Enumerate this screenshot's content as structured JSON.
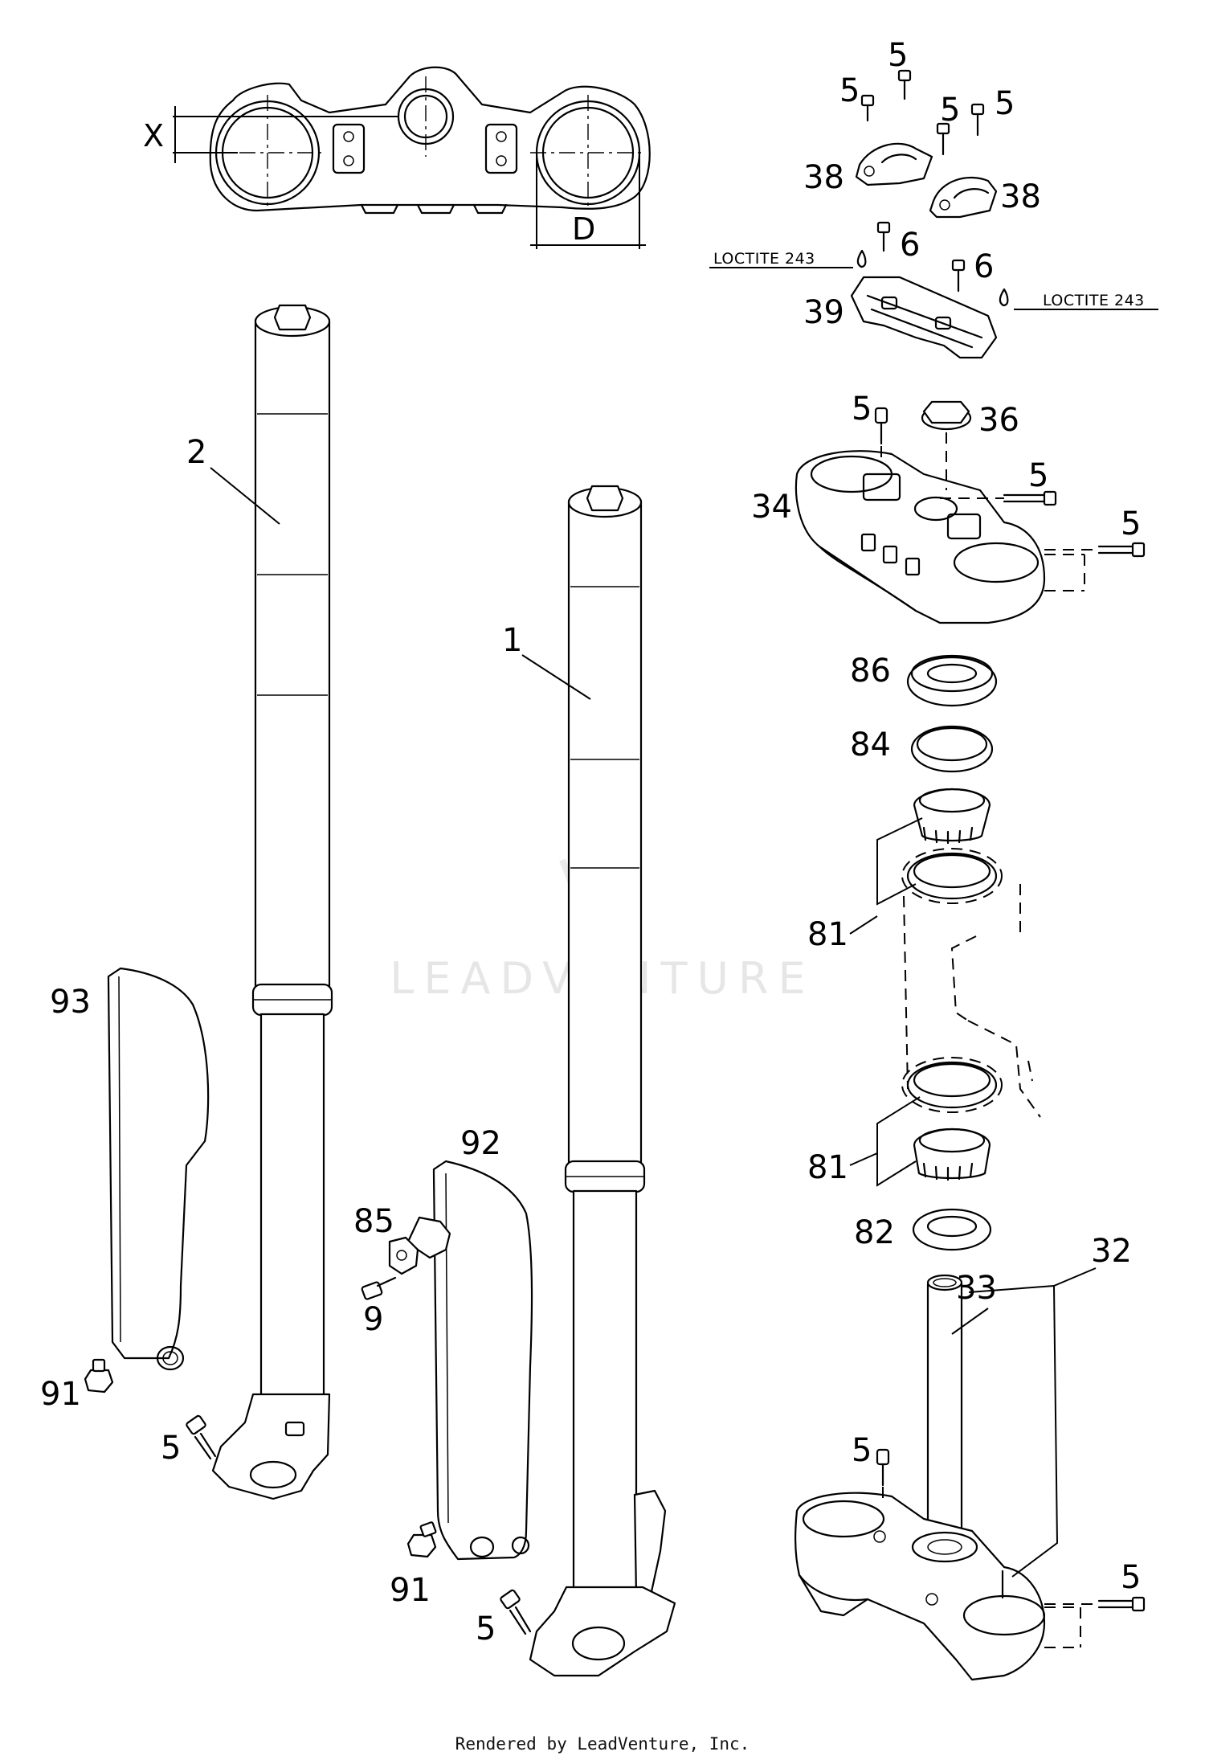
{
  "callouts": {
    "c1": "1",
    "c2": "2",
    "c5a": "5",
    "c5b": "5",
    "c5c": "5",
    "c5d": "5",
    "c5e": "5",
    "c5f": "5",
    "c5g": "5",
    "c5h": "5",
    "c5i": "5",
    "c5j": "5",
    "c5k": "5",
    "c6a": "6",
    "c6b": "6",
    "c9": "9",
    "c32": "32",
    "c33": "33",
    "c34": "34",
    "c36": "36",
    "c38a": "38",
    "c38b": "38",
    "c39": "39",
    "c81a": "81",
    "c81b": "81",
    "c82": "82",
    "c84": "84",
    "c85": "85",
    "c86": "86",
    "c91a": "91",
    "c91b": "91",
    "c92": "92",
    "c93": "93"
  },
  "notes": {
    "loctite_left": "LOCTITE 243",
    "loctite_right": "LOCTITE 243"
  },
  "dimensions": {
    "x_label": "X",
    "d_label": "D"
  },
  "watermark": "LEADVENTURE",
  "credit": "Rendered by LeadVenture, Inc.",
  "icons": {
    "watermark_logo": "flame-v-logo-icon"
  }
}
